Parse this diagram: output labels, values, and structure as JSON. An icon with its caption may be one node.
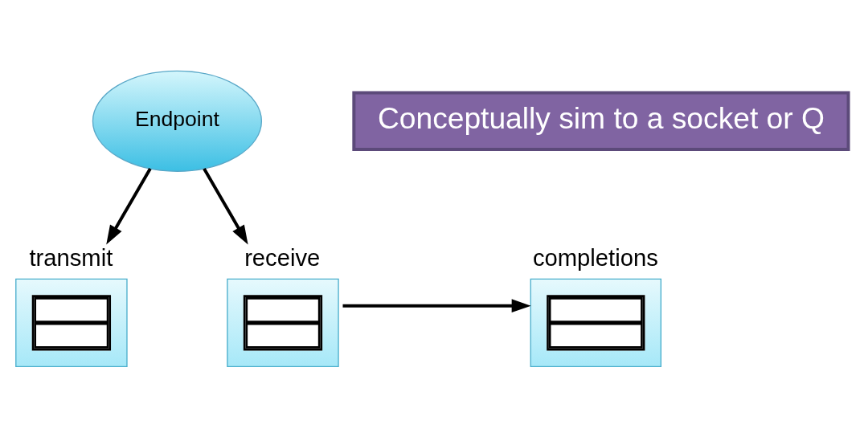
{
  "diagram": {
    "nodes": [
      {
        "text": [
          "Endpoint"
        ]
      },
      {
        "text": [
          "transmit"
        ]
      },
      {
        "text": [
          "receive"
        ]
      },
      {
        "text": [
          "completions"
        ]
      },
      {
        "text": [
          "Conceptually sim to a socket or Q"
        ]
      }
    ],
    "edges": [
      {
        "from": 0,
        "to": 1,
        "arrow": "to"
      },
      {
        "from": 0,
        "to": 2,
        "arrow": "to"
      },
      {
        "from": 2,
        "to": 3,
        "arrow": "to"
      }
    ]
  }
}
